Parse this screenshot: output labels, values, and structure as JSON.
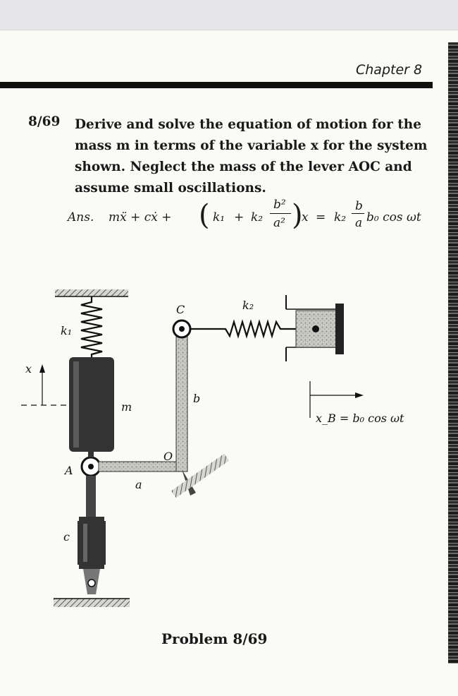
{
  "header": {
    "chapter": "Chapter 8"
  },
  "problem": {
    "number": "8/69",
    "text": "Derive and solve the equation of motion for the mass m in terms of the variable x for the system shown. Neglect the mass of the lever AOC and assume small oscillations.",
    "lines": [
      "Derive and solve the equation of motion for the",
      "mass m in terms of the variable x for the system",
      "shown. Neglect the mass of the lever AOC and",
      "assume small oscillations."
    ]
  },
  "answer": {
    "prefix": "Ans.",
    "lhs": "mẍ + cẋ +",
    "k1": "k₁",
    "plus": "+",
    "k2": "k₂",
    "frac_num": "b²",
    "frac_den": "a²",
    "x": "x",
    "equals": "=",
    "rhs_k2": "k₂",
    "rhs_num": "b",
    "rhs_den": "a",
    "rhs_tail": "b₀ cos ωt"
  },
  "figure": {
    "labels": {
      "k1": "k₁",
      "k2": "k₂",
      "C": "C",
      "b": "b",
      "m": "m",
      "x": "x",
      "O": "O",
      "A": "A",
      "a": "a",
      "c": "c",
      "xb": "x_B = b₀ cos ωt"
    },
    "caption": "Problem 8/69"
  }
}
